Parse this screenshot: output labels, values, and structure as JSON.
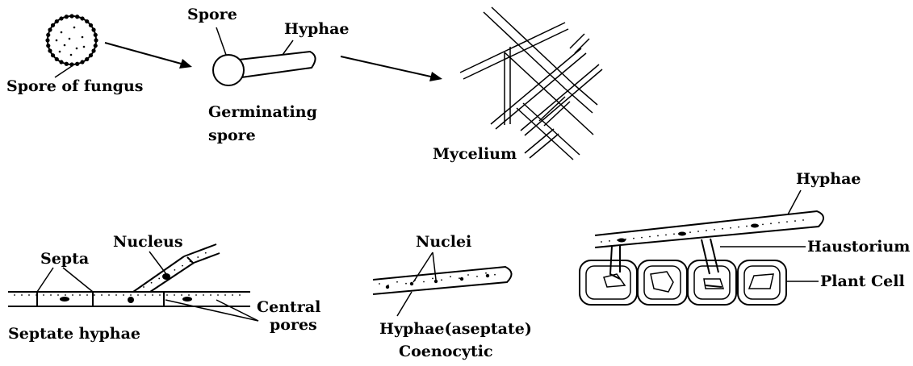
{
  "labels": {
    "spore_of_fungus": "Spore of fungus",
    "spore": "Spore",
    "hyphae_top": "Hyphae",
    "germinating_line1": "Germinating",
    "germinating_line2": "spore",
    "mycelium": "Mycelium",
    "septa": "Septa",
    "nucleus": "Nucleus",
    "central_line1": "Central",
    "central_line2": "pores",
    "septate_hyphae": "Septate hyphae",
    "nuclei": "Nuclei",
    "aseptate_line1": "Hyphae(aseptate)",
    "aseptate_line2": "Coenocytic",
    "hyphae_right": "Hyphae",
    "haustorium": "Haustorium",
    "plant_cell": "Plant Cell"
  }
}
